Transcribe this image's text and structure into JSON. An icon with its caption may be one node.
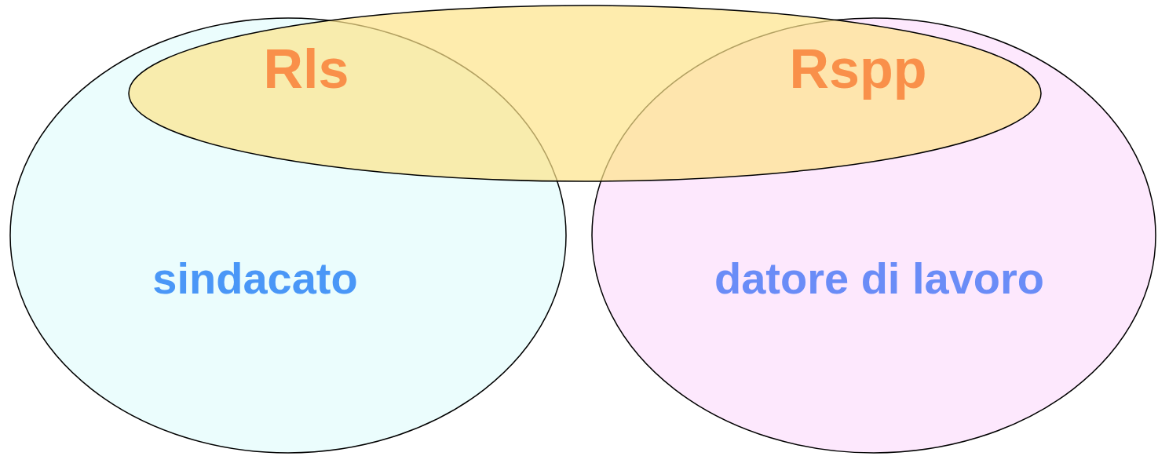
{
  "diagram": {
    "nodes": [
      {
        "text": [
          "Rls",
          "Rspp"
        ]
      },
      {
        "text": [
          "sindacato"
        ]
      },
      {
        "text": [
          "datore di lavoro"
        ]
      }
    ]
  }
}
